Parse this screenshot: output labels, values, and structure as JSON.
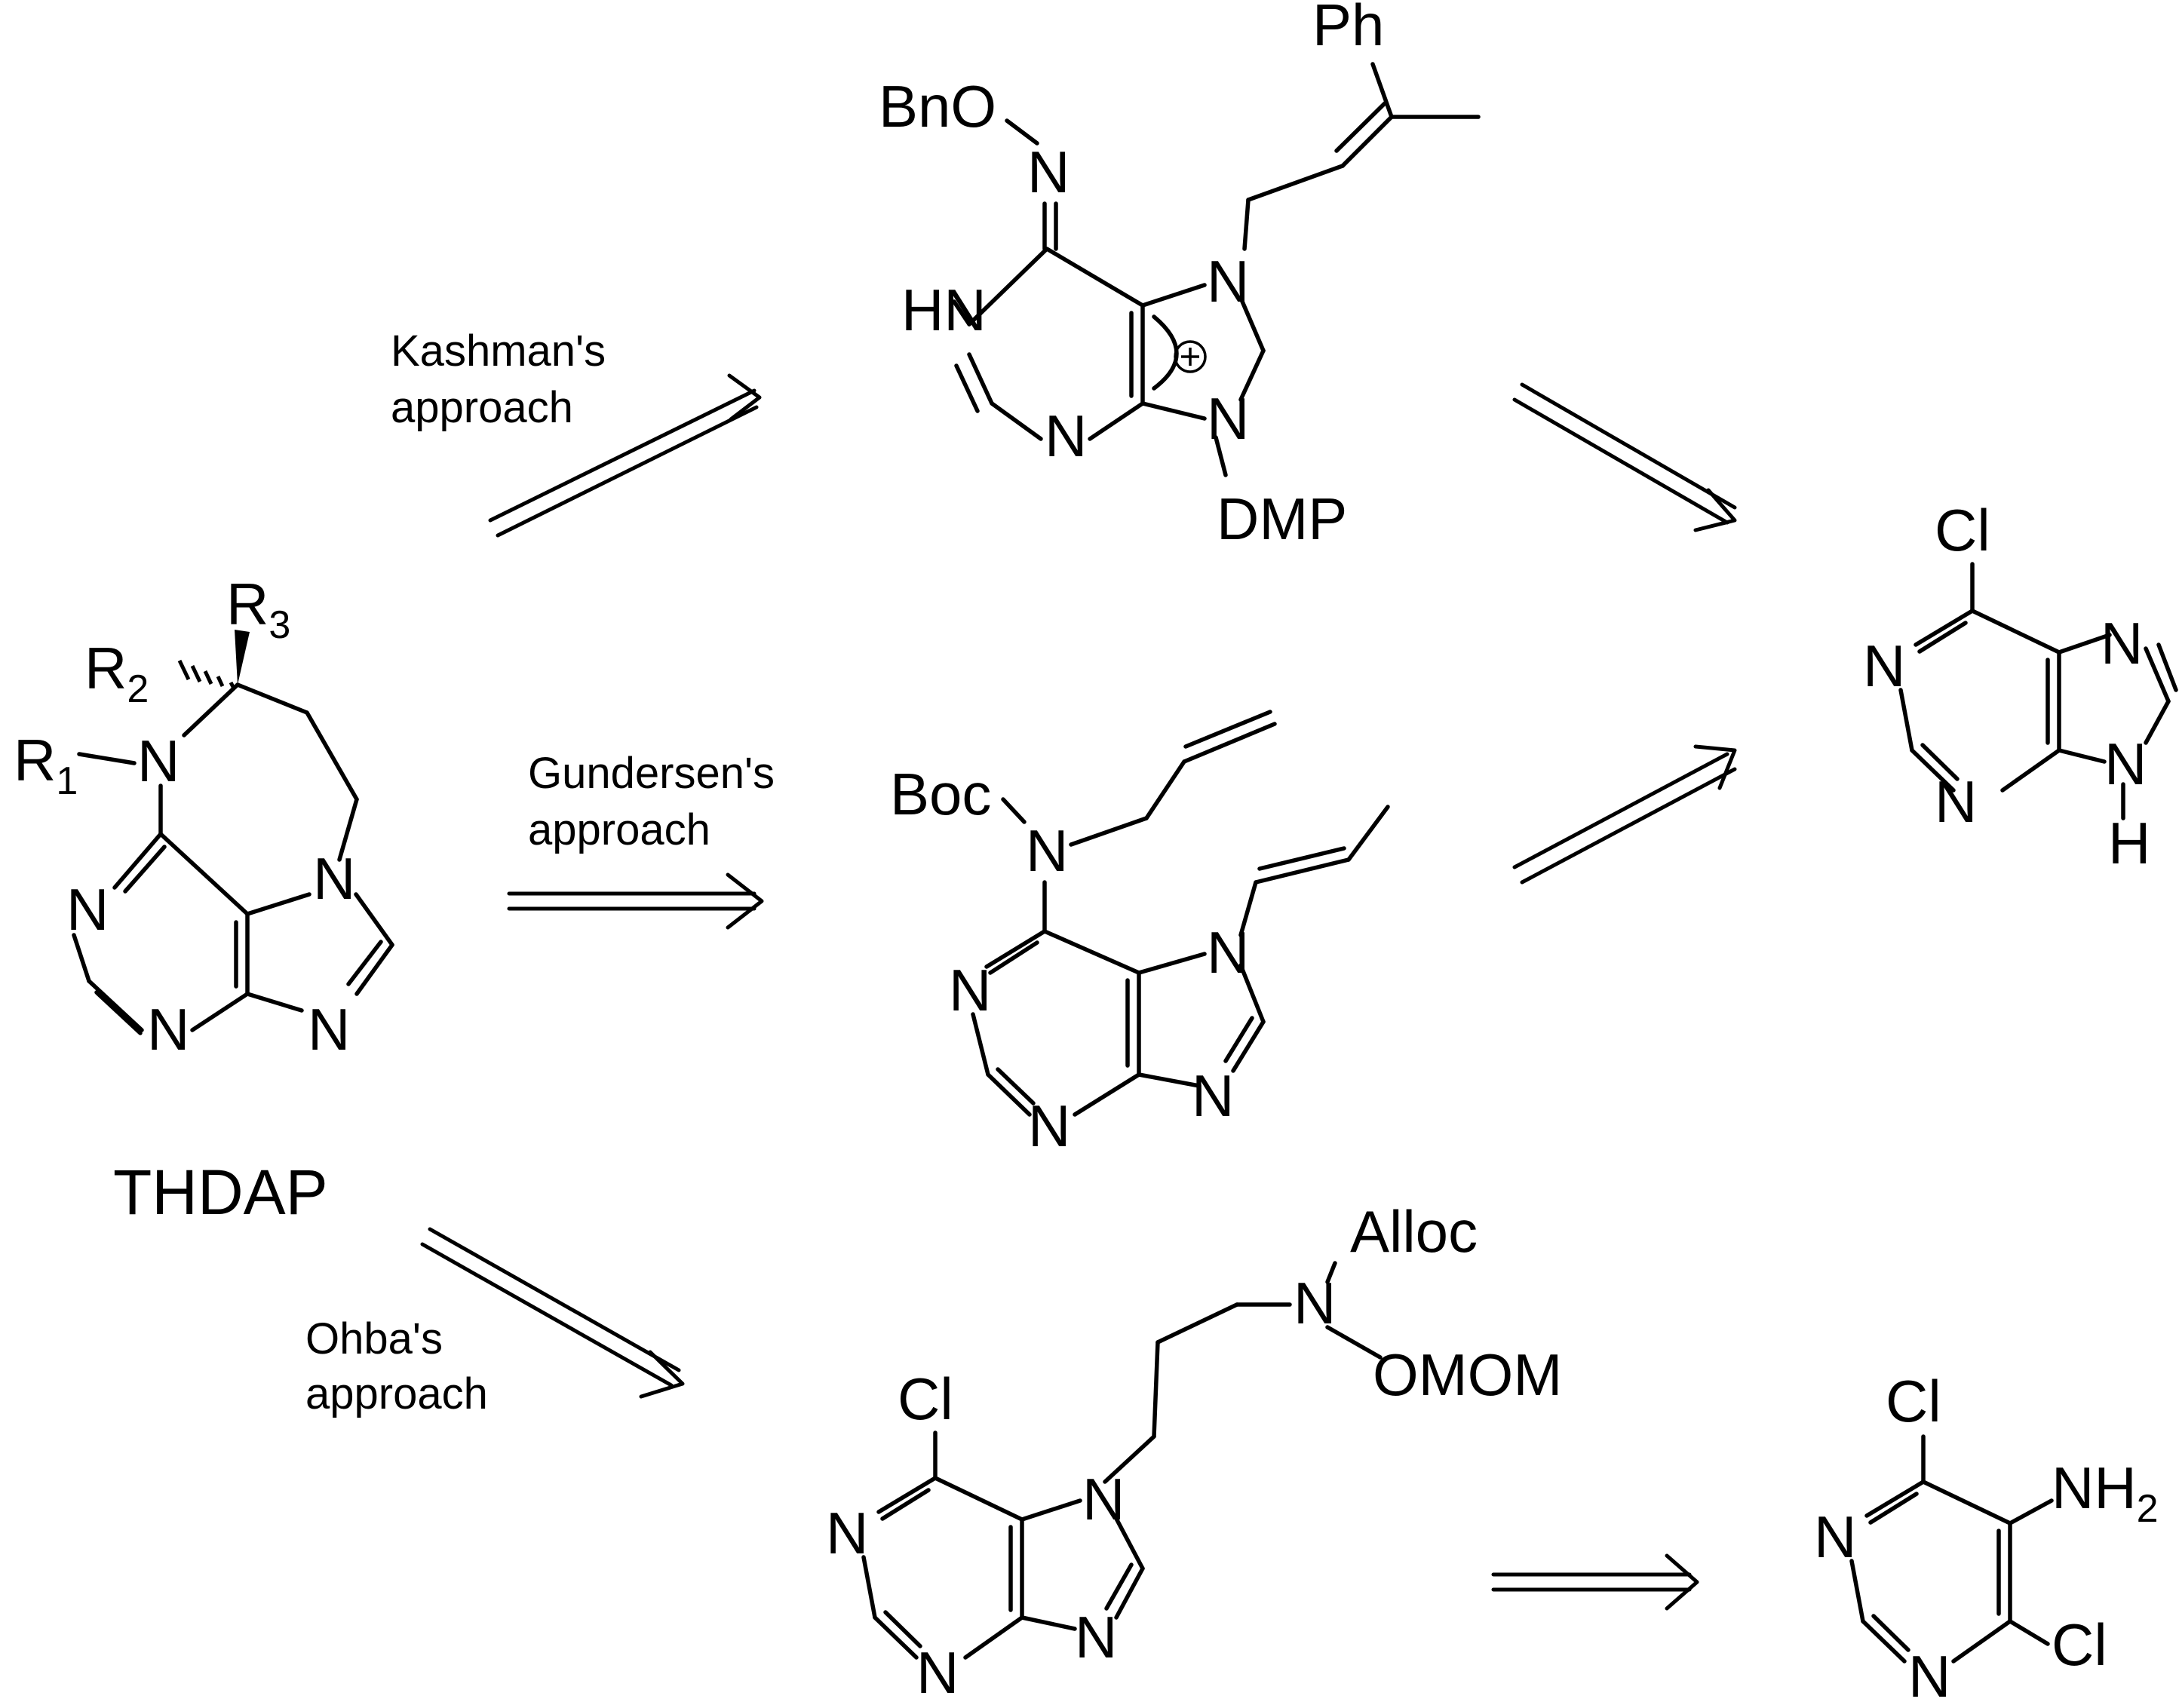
{
  "diagram_type": "retrosynthetic scheme",
  "target": {
    "name": "THDAP",
    "substituents": [
      "R",
      "1",
      "R",
      "2",
      "R",
      "3"
    ]
  },
  "approaches": [
    {
      "label_line1": "Kashman's",
      "label_line2": "approach"
    },
    {
      "label_line1": "Gundersen's",
      "label_line2": "approach"
    },
    {
      "label_line1": "Ohba's",
      "label_line2": "approach"
    }
  ],
  "atoms": {
    "N": "N",
    "H": "H",
    "HN": "HN",
    "Cl": "Cl",
    "NH": "NH",
    "sub2": "2",
    "Ph": "Ph",
    "BnO": "BnO",
    "DMP": "DMP",
    "Boc": "Boc",
    "Alloc": "Alloc",
    "OMOM": "OMOM",
    "plus": "+"
  }
}
